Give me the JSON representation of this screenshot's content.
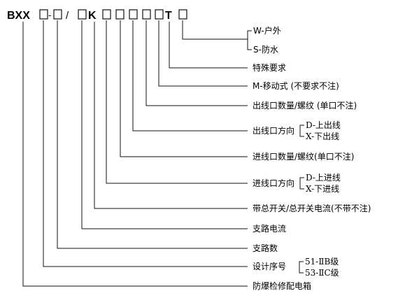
{
  "diagram": {
    "code": {
      "prefix": "BXX",
      "sep_dash": "-",
      "sep_slash": "/",
      "k_letter": "K",
      "t_letter": "T"
    },
    "labels": [
      "W-户外",
      "S-防水",
      "特殊要求",
      "M-移动式 (不要求不注)",
      "出线口数量/螺纹 (单口不注)",
      "出线口方向",
      "进线口数量/螺纹(单口不注)",
      "进线口方向",
      "带总开关/总开关电流(不带不注)",
      "支路电流",
      "支路数",
      "设计序号",
      "防爆检修配电箱"
    ],
    "sublabels": {
      "outlet_direction": [
        "D-上出线",
        "X-下出线"
      ],
      "inlet_direction": [
        "D-上进线",
        "X-下进线"
      ],
      "design_serial": [
        "51-ⅡB级",
        "53-ⅡC级"
      ]
    }
  }
}
